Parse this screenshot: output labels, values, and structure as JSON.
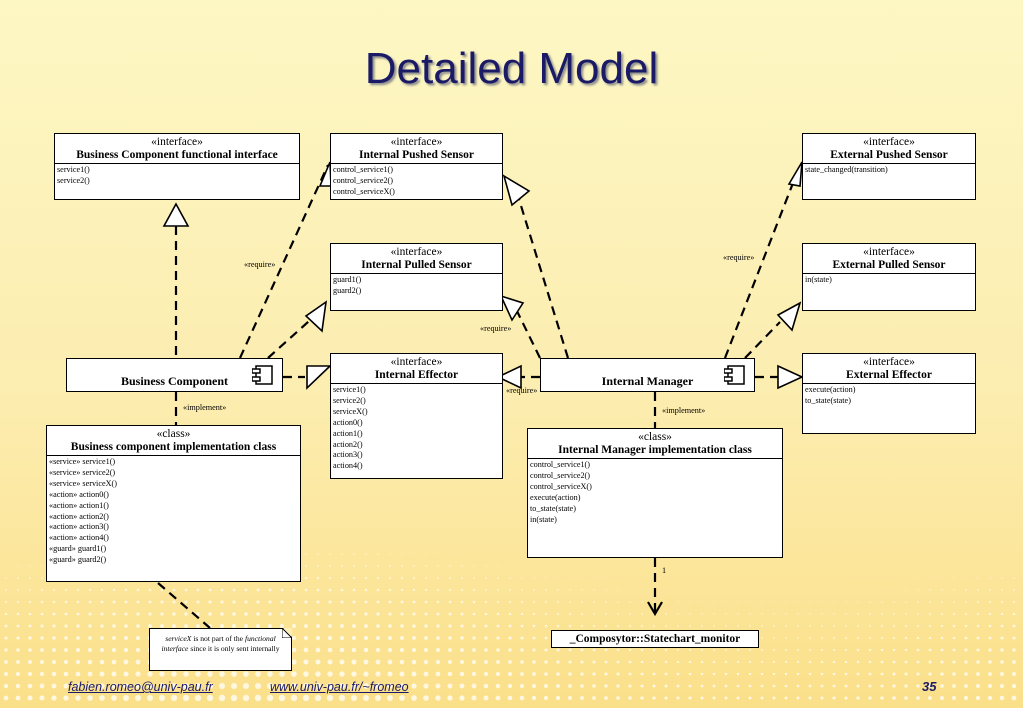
{
  "title": "Detailed Model",
  "interfaces": {
    "bcfi": {
      "stereotype": "«interface»",
      "name": "Business Component functional interface",
      "ops": [
        "service1()",
        "service2()"
      ]
    },
    "ips": {
      "stereotype": "«interface»",
      "name": "Internal Pushed Sensor",
      "ops": [
        "control_service1()",
        "control_service2()",
        "control_serviceX()"
      ]
    },
    "eps": {
      "stereotype": "«interface»",
      "name": "External Pushed Sensor",
      "ops": [
        "state_changed(transition)"
      ]
    },
    "ipls": {
      "stereotype": "«interface»",
      "name": "Internal Pulled Sensor",
      "ops": [
        "guard1()",
        "guard2()"
      ]
    },
    "epls": {
      "stereotype": "«interface»",
      "name": "External Pulled Sensor",
      "ops": [
        "in(state)"
      ]
    },
    "ie": {
      "stereotype": "«interface»",
      "name": "Internal Effector",
      "ops": [
        "service1()",
        "service2()",
        "serviceX()",
        "action0()",
        "action1()",
        "action2()",
        "action3()",
        "action4()"
      ]
    },
    "ee": {
      "stereotype": "«interface»",
      "name": "External Effector",
      "ops": [
        "execute(action)",
        "to_state(state)"
      ]
    }
  },
  "classes": {
    "bcic": {
      "stereotype": "«class»",
      "name": "Business component implementation class",
      "ops": [
        "«service»  service1()",
        "«service»  service2()",
        "«service»  serviceX()",
        "«action»  action0()",
        "«action»  action1()",
        "«action»  action2()",
        "«action»  action3()",
        "«action»  action4()",
        "«guard»  guard1()",
        "«guard»  guard2()"
      ]
    },
    "imic": {
      "stereotype": "«class»",
      "name": "Internal Manager implementation class",
      "ops": [
        "control_service1()",
        "control_service2()",
        "control_serviceX()",
        "execute(action)",
        "to_state(state)",
        "in(state)"
      ]
    }
  },
  "components": {
    "bc": "Business Component",
    "im": "Internal Manager"
  },
  "labels": {
    "require1": "«require»",
    "require2": "«require»",
    "require3": "«require»",
    "require4": "«require»",
    "implement1": "«implement»",
    "implement2": "«implement»",
    "multiplicity": "1"
  },
  "note": {
    "part1": "serviceX",
    "part2": " is not part of the ",
    "part3": "functional interface",
    "part4": " since it is only sent internally"
  },
  "monitor": "_Composytor::Statechart_monitor",
  "footer": {
    "email": "fabien.romeo@univ-pau.fr",
    "url": "www.univ-pau.fr/~fromeo",
    "page": "35"
  }
}
